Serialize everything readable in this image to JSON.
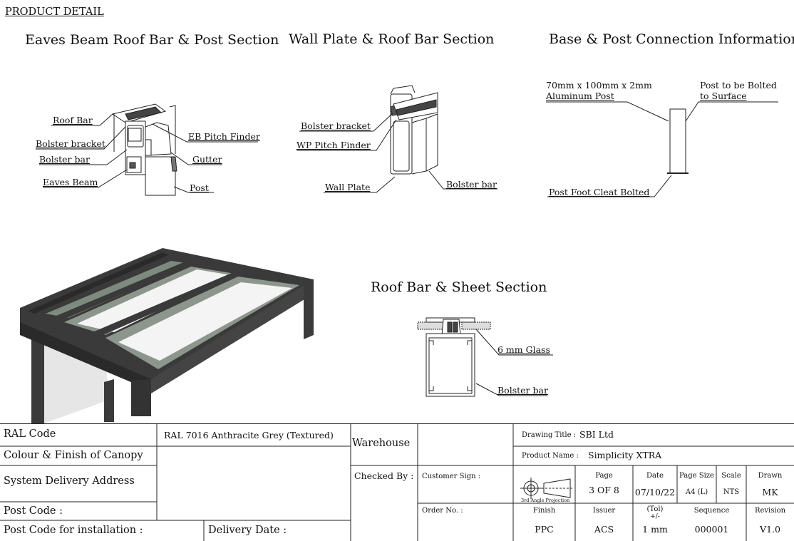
{
  "page_title": "PRODUCT DETAIL",
  "sections": {
    "eaves": {
      "heading": "Eaves Beam Roof Bar & Post Section",
      "labels": {
        "roof_bar": "Roof Bar",
        "bolster_bracket": "Bolster bracket",
        "bolster_bar": "Bolster bar",
        "eaves_beam": "Eaves Beam",
        "eb_pitch_finder": "EB Pitch Finder",
        "gutter": "Gutter",
        "post": "Post"
      }
    },
    "wall_plate": {
      "heading": "Wall Plate & Roof Bar Section",
      "labels": {
        "bolster_bracket": "Bolster bracket",
        "wp_pitch_finder": "WP Pitch Finder",
        "wall_plate": "Wall Plate",
        "bolster_bar": "Bolster bar"
      }
    },
    "base_post": {
      "heading": "Base & Post Connection Information",
      "labels": {
        "post_spec_line1": "70mm x 100mm x 2mm",
        "post_spec_line2": "Aluminum Post",
        "bolted_line1": "Post to be Bolted",
        "bolted_line2": "to Surface",
        "foot_cleat": "Post Foot Cleat Bolted"
      }
    },
    "roof_sheet": {
      "heading": "Roof Bar & Sheet Section",
      "labels": {
        "glass": "6 mm Glass",
        "bolster_bar": "Bolster bar"
      }
    }
  },
  "title_block": {
    "ral_code_label": "RAL Code",
    "ral_code_value": "RAL 7016 Anthracite Grey (Textured)",
    "colour_finish_label": "Colour & Finish of Canopy",
    "delivery_address_label": "System Delivery Address",
    "post_code_label": "Post Code :",
    "post_code_install_label": "Post Code for installation :",
    "delivery_date_label": "Delivery Date :",
    "warehouse_label": "Warehouse",
    "checked_by_label": "Checked By :",
    "customer_sign_label": "Customer Sign :",
    "order_no_label": "Order No. :",
    "drawing_title_label": "Drawing Title :",
    "drawing_title_value": "SBI Ltd",
    "product_name_label": "Product Name :",
    "product_name_value": "Simplicity XTRA",
    "projection_label": "3rd Angle Projection",
    "page_label": "Page",
    "page_value": "3 OF 8",
    "date_label": "Date",
    "date_value": "07/10/22",
    "page_size_label": "Page Size",
    "page_size_value": "A4 (L)",
    "scale_label": "Scale",
    "scale_value": "NTS",
    "drawn_label": "Drawn",
    "drawn_value": "MK",
    "finish_label": "Finish",
    "finish_value": "PPC",
    "issuer_label": "Issuer",
    "issuer_value": "ACS",
    "tol_label": "(Tol)",
    "tol_pm": "+/-",
    "tol_value": "1 mm",
    "sequence_label": "Sequence",
    "sequence_value": "000001",
    "revision_label": "Revision",
    "revision_value": "V1.0"
  },
  "colors": {
    "frame": "#3a3a3a",
    "frame_dark": "#2a2a2a",
    "post_white": "#e6e6e6"
  }
}
